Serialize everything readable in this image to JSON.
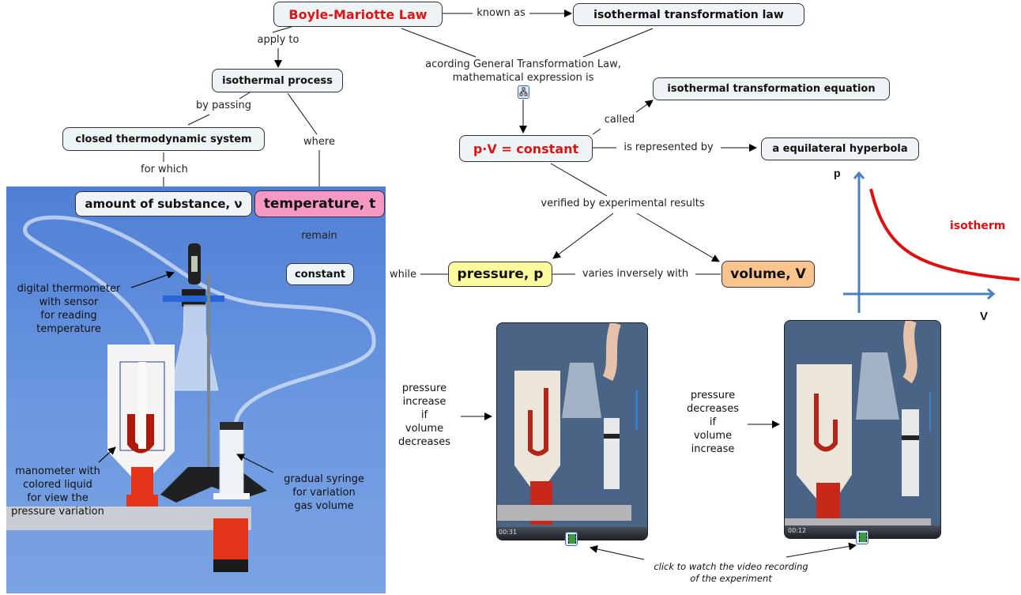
{
  "nodes": {
    "boyle": "Boyle-Mariotte Law",
    "isothermal_law": "isothermal transformation law",
    "isothermal_process": "isothermal process",
    "closed_system": "closed thermodynamic system",
    "amount_substance": "amount of substance, ν",
    "temperature": "temperature, t",
    "constant": "constant",
    "pv_constant": "p·V = constant",
    "isothermal_equation": "isothermal transformation equation",
    "hyperbola": "a equilateral hyperbola",
    "pressure": "pressure, p",
    "volume": "volume, V"
  },
  "links": {
    "known_as": "known as",
    "apply_to": "apply to",
    "according_line1": "acording General Transformation Law,",
    "according_line2": "mathematical expression is",
    "by_passing": "by passing",
    "where": "where",
    "for_which": "for which",
    "remain": "remain",
    "called": "called",
    "represented_by": "is represented by",
    "verified_by": "verified by experimental results",
    "while": "while",
    "varies_inversely": "varies inversely with"
  },
  "chart_data": {
    "type": "line",
    "title": "",
    "xlabel": "V",
    "ylabel": "p",
    "series": [
      {
        "name": "isotherm",
        "color": "#e01010",
        "relation": "p = k / V"
      }
    ],
    "annotation": "isotherm",
    "grid": false
  },
  "photo_captions": {
    "thermometer": [
      "digital thermometer",
      "with sensor",
      "for reading",
      "temperature"
    ],
    "manometer": [
      "manometer with",
      "colored liquid",
      "for view the",
      "pressure variation"
    ],
    "syringe": [
      "gradual syringe",
      "for variation",
      "gas volume"
    ]
  },
  "video_captions": {
    "left": [
      "pressure",
      "increase",
      "if",
      "volume",
      "decreases"
    ],
    "right": [
      "pressure",
      "decreases",
      "if",
      "volume",
      "increase"
    ],
    "left_time": "00:31",
    "right_time": "00:12",
    "click_line1": "click to watch the video recording",
    "click_line2": "of the experiment"
  },
  "colors": {
    "node_bg": "#eef3f5",
    "title_red": "#e01414",
    "temperature_bg": "#f598c4",
    "pressure_bg": "#fbfa9c",
    "volume_bg": "#f9c48e",
    "photo_bg": "#5f8fd8",
    "axis_blue": "#4a7fc0"
  }
}
